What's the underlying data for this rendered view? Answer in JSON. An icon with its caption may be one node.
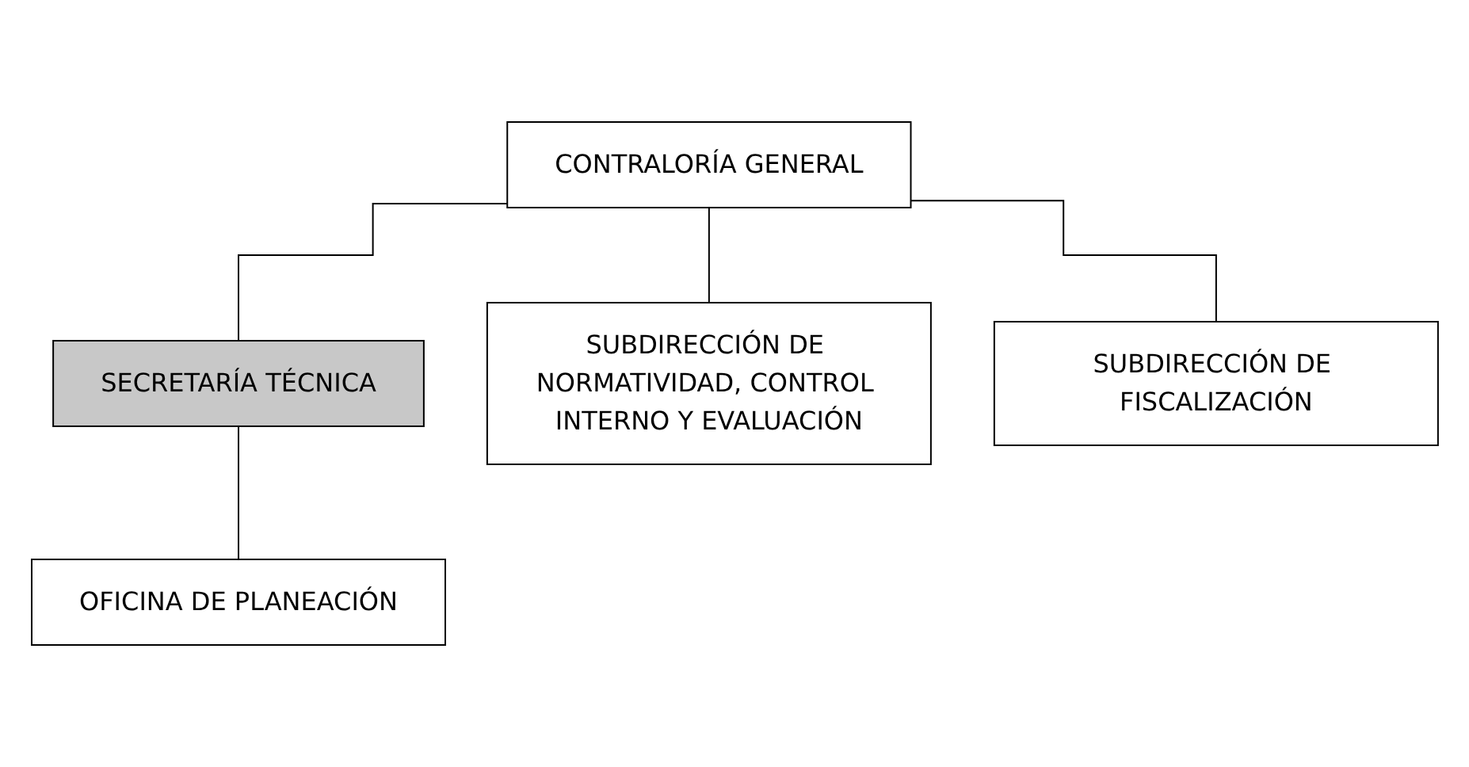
{
  "diagram": {
    "nodes": [
      {
        "text": [
          "CONTRALORÍA GENERAL"
        ]
      },
      {
        "text": [
          "SECRETARÍA TÉCNICA"
        ]
      },
      {
        "text": [
          "SUBDIRECCIÓN DE NORMATIVIDAD, CONTROL INTERNO Y EVALUACIÓN"
        ]
      },
      {
        "text": [
          "SUBDIRECCIÓN DE FISCALIZACIÓN"
        ]
      },
      {
        "text": [
          "OFICINA DE PLANEACIÓN"
        ]
      }
    ],
    "edges": [
      {
        "from": 0,
        "to": 1,
        "arrow": "none"
      },
      {
        "from": 0,
        "to": 2,
        "arrow": "none"
      },
      {
        "from": 0,
        "to": 3,
        "arrow": "none"
      },
      {
        "from": 1,
        "to": 4,
        "arrow": "none"
      }
    ]
  }
}
